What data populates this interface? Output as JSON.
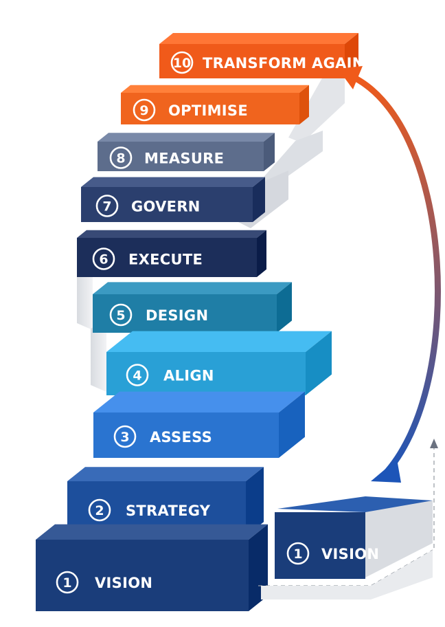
{
  "steps": [
    {
      "number": "1",
      "label": "VISION",
      "color": "#1a3d7a"
    },
    {
      "number": "2",
      "label": "STRATEGY",
      "color": "#1d4f9c"
    },
    {
      "number": "3",
      "label": "ASSESS",
      "color": "#2a74d0"
    },
    {
      "number": "4",
      "label": "ALIGN",
      "color": "#29a0d6"
    },
    {
      "number": "5",
      "label": "DESIGN",
      "color": "#1f7ea6"
    },
    {
      "number": "6",
      "label": "EXECUTE",
      "color": "#1c2e5a"
    },
    {
      "number": "7",
      "label": "GOVERN",
      "color": "#2b3f6e"
    },
    {
      "number": "8",
      "label": "MEASURE",
      "color": "#5d6d8c"
    },
    {
      "number": "9",
      "label": "OPTIMISE",
      "color": "#f0641e"
    },
    {
      "number": "10",
      "label": "TRANSFORM AGAIN",
      "color": "#f05a1a"
    }
  ],
  "loop_step": {
    "number": "1",
    "label": "VISION",
    "color": "#1a3d7a"
  },
  "arrow_colors": {
    "top": "#f05a1a",
    "bottom": "#1d55b8"
  }
}
